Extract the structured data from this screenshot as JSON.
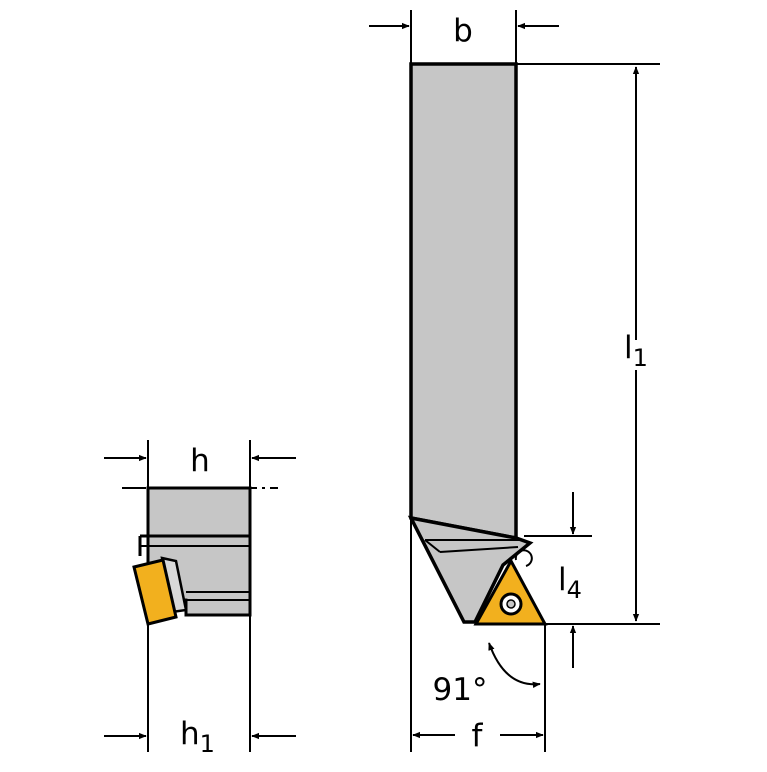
{
  "labels": {
    "h": "h",
    "h1_main": "h",
    "h1_sub": "1",
    "b": "b",
    "l1_main": "l",
    "l1_sub": "1",
    "l4_main": "l",
    "l4_sub": "4",
    "angle": "91°",
    "f": "f"
  },
  "colors": {
    "holder_body": "#c6c6c6",
    "holder_outline": "#000000",
    "insert": "#f2b01e",
    "dimension_lines": "#000000"
  }
}
